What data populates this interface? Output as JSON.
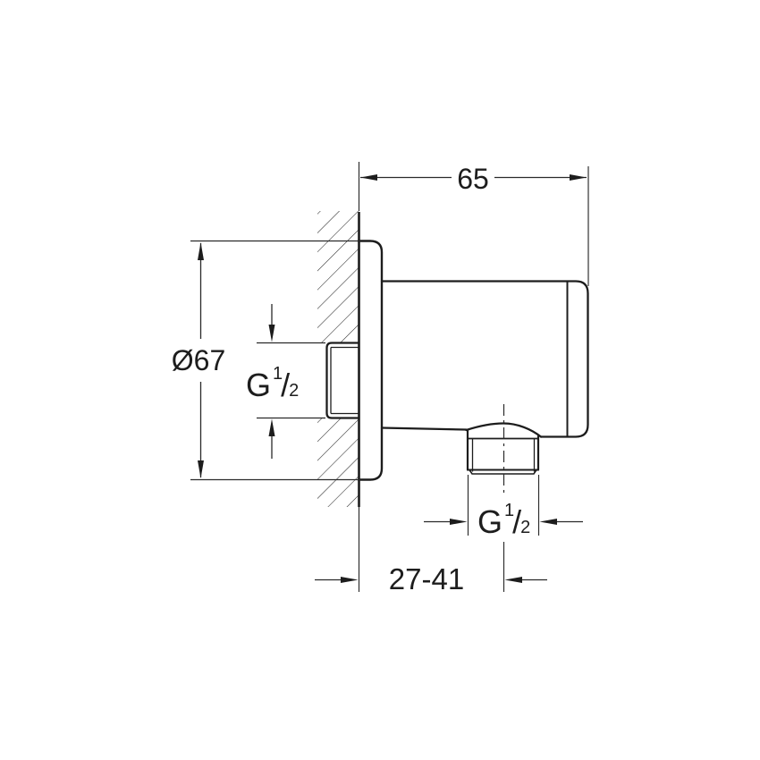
{
  "canvas": {
    "background": "#ffffff",
    "ink": "#1d1d1d"
  },
  "labels": {
    "width": "65",
    "flange_diameter": "Ø67",
    "wall_depth_range": "27-41",
    "thread_left": {
      "prefix": "G",
      "numerator": "1",
      "slash": "/",
      "denominator": "2"
    },
    "thread_bottom": {
      "prefix": "G",
      "numerator": "1",
      "slash": "/",
      "denominator": "2"
    }
  }
}
